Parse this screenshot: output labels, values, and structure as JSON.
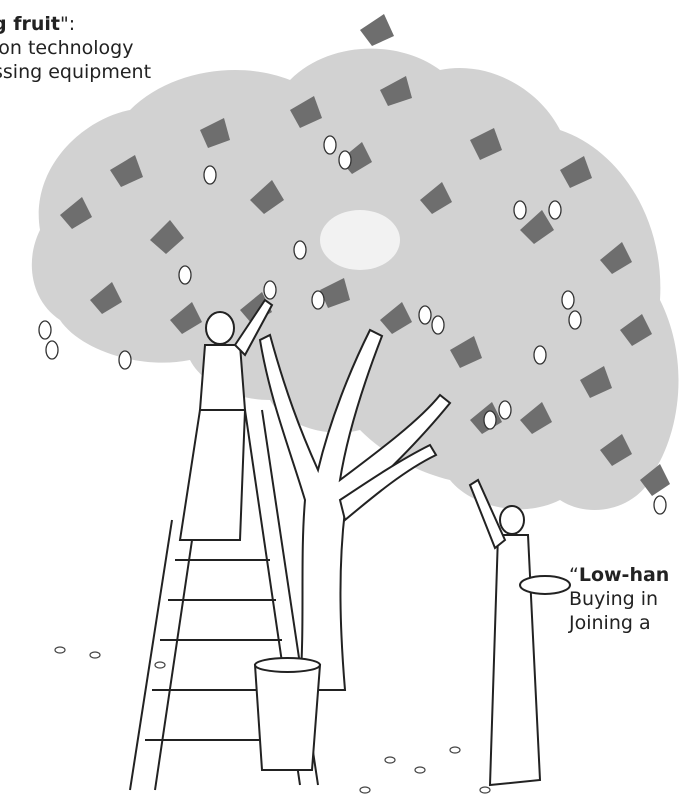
{
  "high_fruit": {
    "title_fragment": "g fruit",
    "title_suffix": "\":",
    "line1": "ion technology",
    "line2": "ssing equipment"
  },
  "low_fruit": {
    "title_prefix": "“",
    "title_fragment": "Low-han",
    "line1": "Buying in",
    "line2": "Joining a"
  },
  "colors": {
    "canopy": "#cfcfcf",
    "leaves": "#707070",
    "ink": "#222222"
  },
  "icons": [
    "mango-tree-icon",
    "ladder-icon",
    "picker-on-ladder-icon",
    "picker-with-basket-icon",
    "bucket-icon"
  ]
}
